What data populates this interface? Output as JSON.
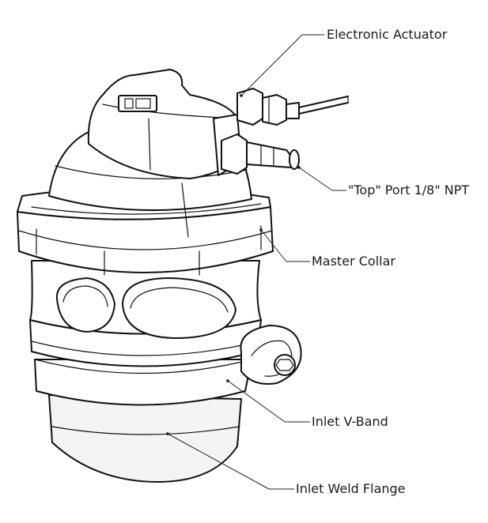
{
  "labels": {
    "electronic_actuator": "Electronic Actuator",
    "top_port": "\"Top\" Port 1/8\" NPT",
    "master_collar": "Master Collar",
    "inlet_vband": "Inlet V-Band",
    "inlet_weld_flange": "Inlet Weld Flange"
  }
}
